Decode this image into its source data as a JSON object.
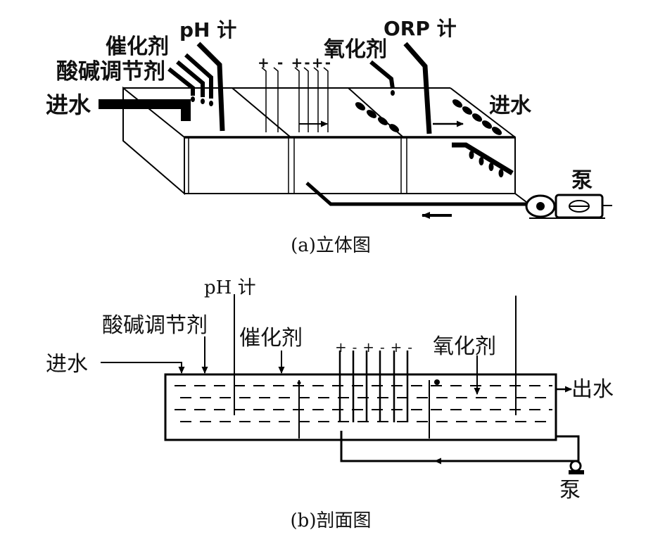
{
  "stereo_view": {
    "ph_meter_label": "pH 计",
    "catalyst_label": "催化剂",
    "acid_base_label": "酸碱调节剂",
    "inlet_left_label": "进水",
    "electrodes_label": "+ - +-+-",
    "oxidant_label": "氧化剂",
    "orp_meter_label": "ORP 计",
    "inlet_right_label": "进水",
    "pump_label": "泵",
    "caption": "(a)立体图"
  },
  "section_view": {
    "ph_meter_label": "pH 计",
    "acid_base_label": "酸碱调节剂",
    "catalyst_label": "催化剂",
    "inlet_label": "进水",
    "electrodes_label": "+ - + - + -",
    "oxidant_label": "氧化剂",
    "outlet_label": "出水",
    "pump_label": "泵",
    "caption": "(b)剖面图"
  }
}
